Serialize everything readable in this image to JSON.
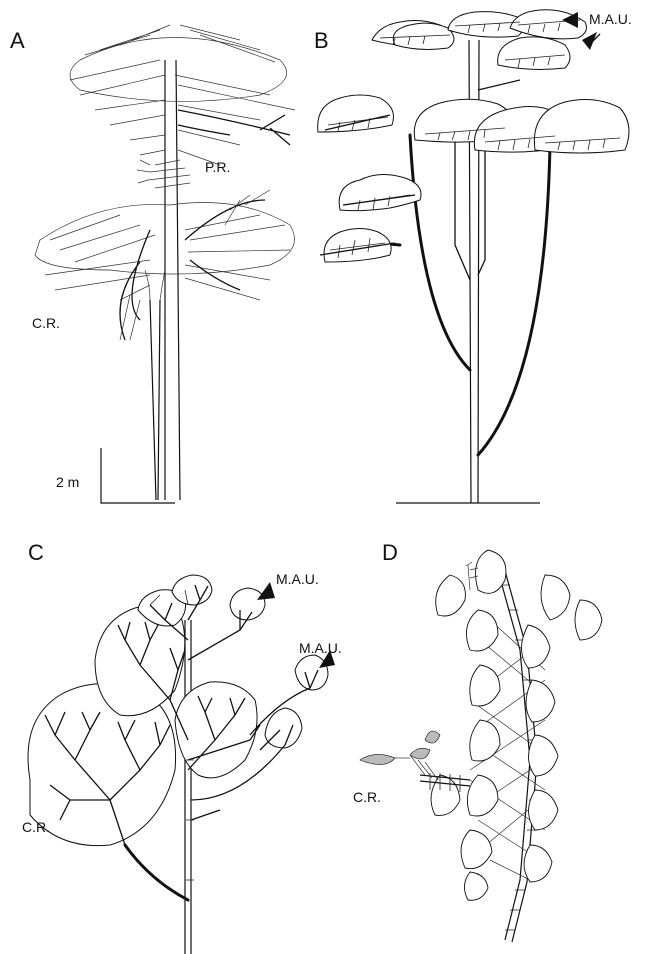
{
  "panels": {
    "a": {
      "letter": "A",
      "label_pr": "P.R.",
      "label_cr": "C.R.",
      "scale_label": "2 m"
    },
    "b": {
      "letter": "B",
      "label_mau": "M.A.U."
    },
    "c": {
      "letter": "C",
      "label_mau_1": "M.A.U.",
      "label_mau_2": "M.A.U.",
      "label_cr": "C.R."
    },
    "d": {
      "letter": "D",
      "label_cr": "C.R."
    }
  }
}
